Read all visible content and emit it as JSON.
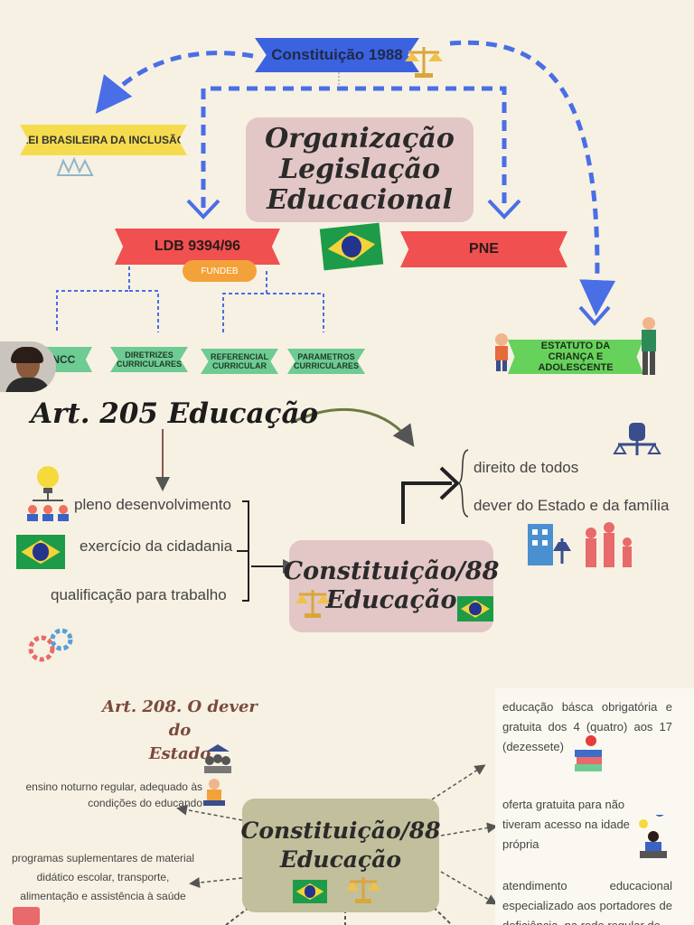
{
  "top": {
    "constituicao_1988": "Constituição 1988",
    "lei_inclusao": "LEI BRASILEIRA DA INCLUSÃO",
    "title_line1": "Organização",
    "title_line2": "Legislação",
    "title_line3": "Educacional",
    "ldb": "LDB 9394/96",
    "fundeb": "FUNDEB",
    "pne": "PNE",
    "bncc": "BNCC",
    "diretrizes": "DIRETRIZES CURRICULARES",
    "referencial": "REFERENCIAL CURRICULAR",
    "parametros": "PARAMETROS CURRICULARES",
    "eca": "ESTATUTO DA CRIANÇA E ADOLESCENTE"
  },
  "art205": {
    "heading": "Art. 205 Educação",
    "direito": "direito de todos",
    "dever": "dever do Estado e da família",
    "pleno": "pleno desenvolvimento",
    "cidadania": "exercício da cidadania",
    "qualificacao": "qualificação para trabalho",
    "box_line1": "Constituição/88",
    "box_line2": "Educação"
  },
  "art208": {
    "heading_line1": "Art. 208. O dever do",
    "heading_line2": "Estado",
    "box_line1": "Constituição/88",
    "box_line2": "Educação",
    "basica": "educação básca obrigatória e gratuita dos 4 (quatro) aos 17 (dezessete)",
    "oferta": "oferta gratuita para não tiveram acesso na idade própria",
    "atendimento": "atendimento educacional especializado aos portadores de deficiência, na rede regular de",
    "noturno": "ensino noturno regular, adequado às condições do educando",
    "programas": "programas suplementares de material didático escolar, transporte, alimentação e assistência à saúde"
  },
  "colors": {
    "background": "#f7f1e3",
    "blue_dash": "#4a6ee6",
    "pink_box": "#e3c6c6",
    "olive_box": "#c2bf9c"
  }
}
